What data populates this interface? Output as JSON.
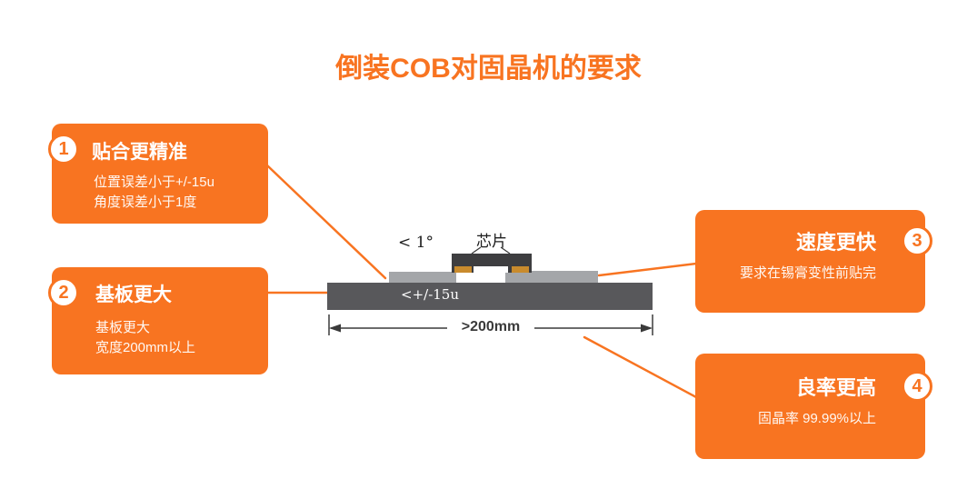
{
  "title": "倒装COB对固晶机的要求",
  "colors": {
    "accent": "#F87421",
    "substrate": "#58585B",
    "layer": "#A4A6A9",
    "chip": "#3E3E40",
    "pad_gold": "#C98B2D"
  },
  "callouts": [
    {
      "number": "1",
      "title": "贴合更精准",
      "line1": "位置误差小于+/-15u",
      "line2": "角度误差小于1度"
    },
    {
      "number": "2",
      "title": "基板更大",
      "line1": "基板更大",
      "line2": "宽度200mm以上"
    },
    {
      "number": "3",
      "title": "速度更快",
      "line1": "要求在锡膏变性前贴完"
    },
    {
      "number": "4",
      "title": "良率更高",
      "line1": "固晶率 99.99%以上"
    }
  ],
  "diagram": {
    "chip_label": "芯片",
    "angle_label": "< 1°",
    "position_label": "<+/-15u",
    "width_label": ">200mm"
  }
}
